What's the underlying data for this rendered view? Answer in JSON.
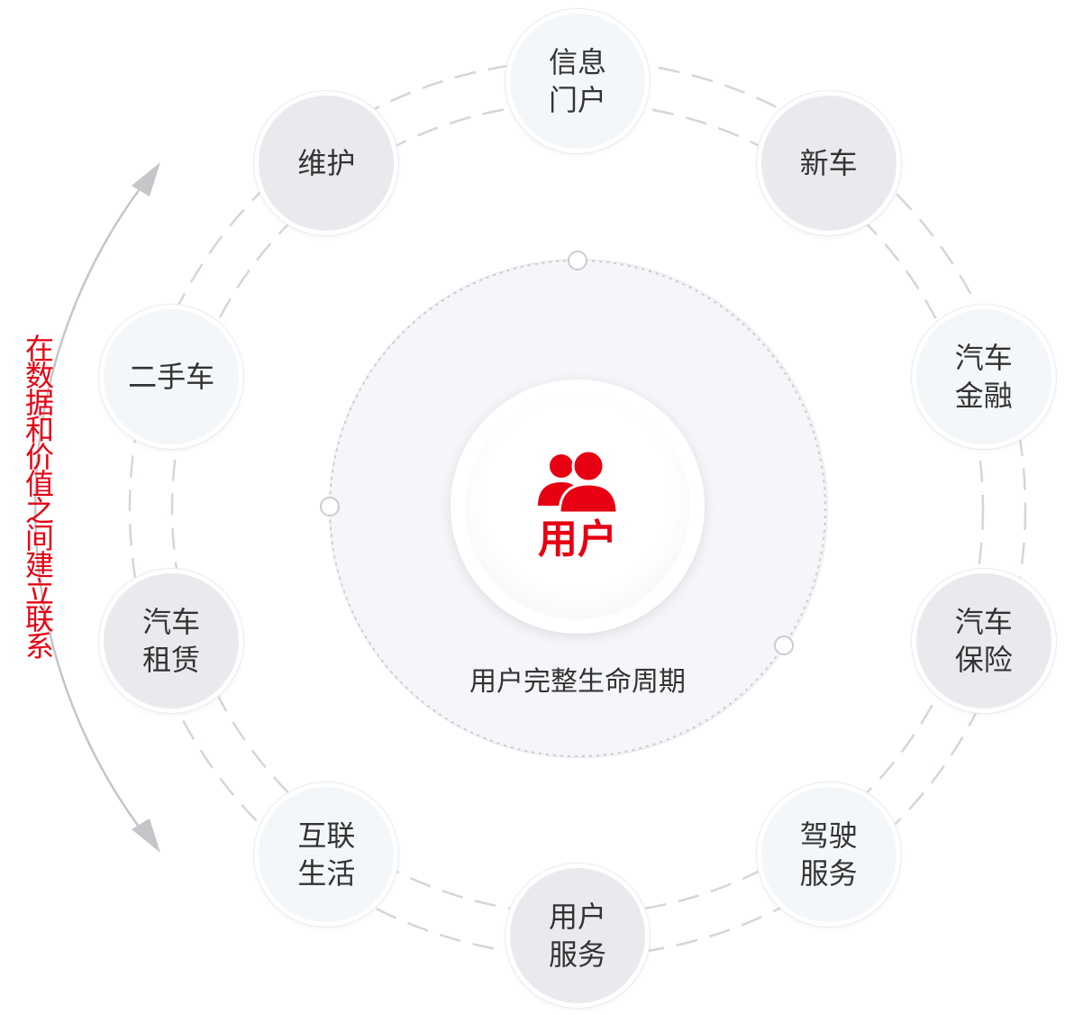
{
  "center": {
    "title": "用户",
    "subtitle": "用户完整生命周期",
    "icon": "users-icon"
  },
  "side_label": "在数据和价值之间建立联系",
  "nodes": [
    {
      "id": "info-portal",
      "label": "信息\n门户",
      "style": "light"
    },
    {
      "id": "new-car",
      "label": "新车",
      "style": "dark"
    },
    {
      "id": "auto-finance",
      "label": "汽车\n金融",
      "style": "light"
    },
    {
      "id": "auto-insurance",
      "label": "汽车\n保险",
      "style": "dark"
    },
    {
      "id": "driving-service",
      "label": "驾驶\n服务",
      "style": "light"
    },
    {
      "id": "user-service",
      "label": "用户\n服务",
      "style": "dark"
    },
    {
      "id": "connected-life",
      "label": "互联\n生活",
      "style": "light"
    },
    {
      "id": "car-rental",
      "label": "汽车\n租赁",
      "style": "dark"
    },
    {
      "id": "used-car",
      "label": "二手车",
      "style": "light"
    },
    {
      "id": "maintenance",
      "label": "维护",
      "style": "dark"
    }
  ],
  "colors": {
    "accent": "#e60012",
    "text": "#333333",
    "node_light": "#f4f7fa",
    "node_dark": "#e8eaed",
    "ring": "#d0d3d8"
  }
}
